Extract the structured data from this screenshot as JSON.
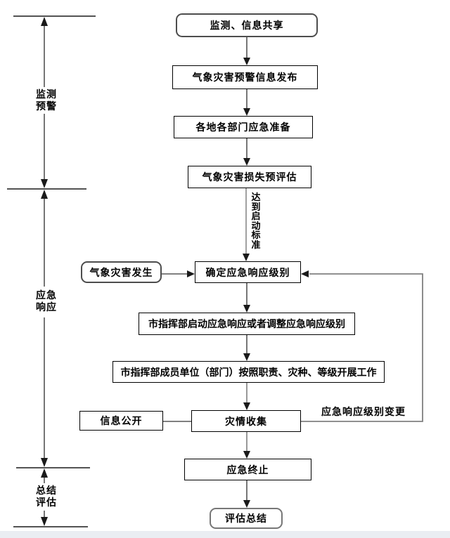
{
  "diagram": {
    "phases": [
      {
        "line1": "监测",
        "line2": "预警"
      },
      {
        "line1": "应急",
        "line2": "响应"
      },
      {
        "line1": "总结",
        "line2": "评估"
      }
    ],
    "nodes": {
      "monitor_share": "监测、信息共享",
      "warning_release": "气象灾害预警信息发布",
      "emergency_prepare": "各地各部门应急准备",
      "loss_preassess": "气象灾害损失预评估",
      "disaster_occur": "气象灾害发生",
      "determine_level": "确定应急响应级别",
      "start_response": "市指挥部启动应急响应或者调整应急响应级别",
      "members_work": "市指挥部成员单位（部门）按照职责、灾种、等级开展工作",
      "info_public": "信息公开",
      "disaster_collect": "灾情收集",
      "response_end": "应急终止",
      "evaluation_summary": "评估总结"
    },
    "edge_labels": {
      "reach_standard": "达到启动标准",
      "level_change": "应急响应级别变更"
    },
    "colors": {
      "main_line": "#1a1a1a",
      "connector_grey": "#808080",
      "box_border": "#000000",
      "rounded_border": "#4d4d4d",
      "bottom_band": "#eaedf2"
    }
  }
}
